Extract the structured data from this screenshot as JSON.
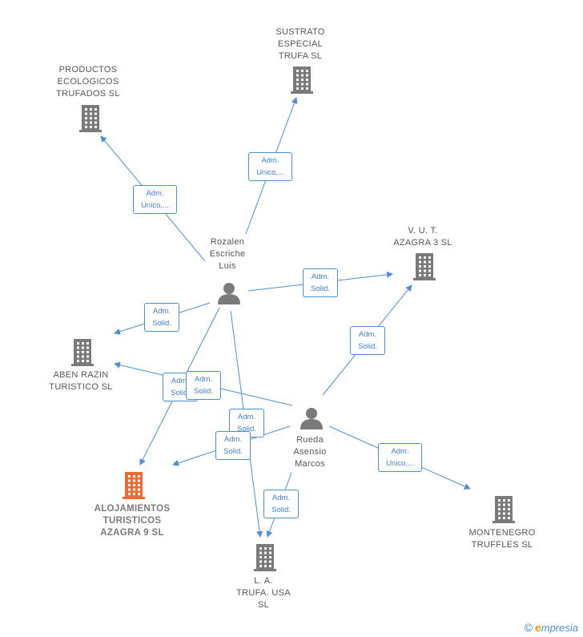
{
  "colors": {
    "edge": "#4a8fd8",
    "company": "#7a7a7a",
    "company_highlight": "#f26a2e",
    "person": "#7a7a7a"
  },
  "nodes": [
    {
      "id": "productos",
      "type": "company",
      "label": "PRODUCTOS\nECOLOGICOS\nTRUFADOS  SL",
      "icon": "building-icon"
    },
    {
      "id": "sustrato",
      "type": "company",
      "label": "SUSTRATO\nESPECIAL\nTRUFA  SL",
      "icon": "building-icon"
    },
    {
      "id": "vut",
      "type": "company",
      "label": "V.  U.  T.\nAZAGRA 3  SL",
      "icon": "building-icon"
    },
    {
      "id": "aben",
      "type": "company",
      "label": "ABEN RAZIN\nTURISTICO  SL",
      "icon": "building-icon"
    },
    {
      "id": "alojamientos",
      "type": "company",
      "highlight": true,
      "label": "ALOJAMIENTOS\nTURISTICOS\nAZAGRA 9  SL",
      "icon": "building-icon"
    },
    {
      "id": "la",
      "type": "company",
      "label": "L.  A.\nTRUFA. USA\nSL",
      "icon": "building-icon"
    },
    {
      "id": "montenegro",
      "type": "company",
      "label": "MONTENEGRO\nTRUFFLES  SL",
      "icon": "building-icon"
    },
    {
      "id": "rozalen",
      "type": "person",
      "label": "Rozalen\nEscriche\nLuis",
      "icon": "person-icon"
    },
    {
      "id": "rueda",
      "type": "person",
      "label": "Rueda\nAsensio\nMarcos",
      "icon": "person-icon"
    }
  ],
  "edges": [
    {
      "from": "rozalen",
      "to": "productos",
      "label": "Adm.\nUnico,..."
    },
    {
      "from": "rozalen",
      "to": "sustrato",
      "label": "Adm.\nUnico,..."
    },
    {
      "from": "rozalen",
      "to": "vut",
      "label": "Adm.\nSolid."
    },
    {
      "from": "rozalen",
      "to": "aben",
      "label": "Adm.\nSolid."
    },
    {
      "from": "rozalen",
      "to": "alojamientos",
      "label": "Adm.\nSolid."
    },
    {
      "from": "rozalen",
      "to": "la",
      "label": "Adm.\nSolid."
    },
    {
      "from": "rueda",
      "to": "vut",
      "label": "Adm.\nSolid."
    },
    {
      "from": "rueda",
      "to": "aben",
      "label": "Adm.\nSolid."
    },
    {
      "from": "rueda",
      "to": "alojamientos",
      "label": "Adm.\nSolid."
    },
    {
      "from": "rueda",
      "to": "la",
      "label": "Adm.\nSolid."
    },
    {
      "from": "rueda",
      "to": "montenegro",
      "label": "Adm.\nUnico,..."
    }
  ],
  "footer": {
    "copyright_symbol": "©",
    "brand_initial": "e",
    "brand_rest": "mpresia"
  }
}
